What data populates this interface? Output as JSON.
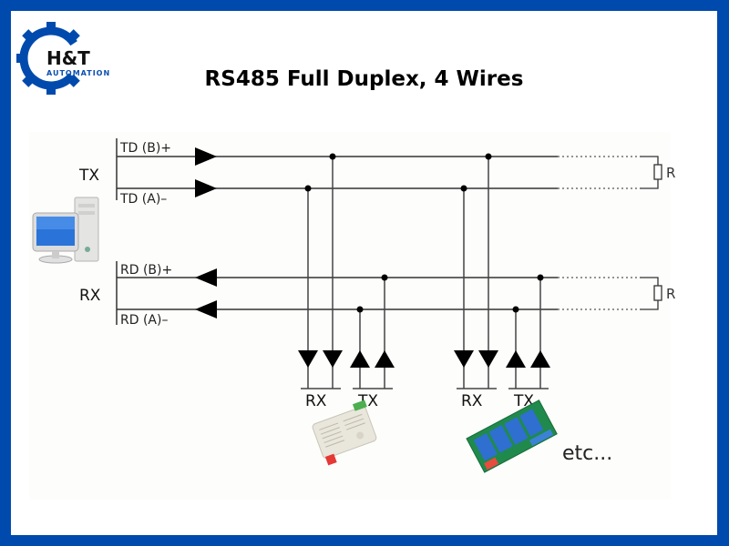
{
  "logo": {
    "brand": "H&T",
    "subtitle": "AUTOMATION",
    "brand_color": "#004aad"
  },
  "title": "RS485 Full Duplex, 4 Wires",
  "master": {
    "icon": "computer-icon",
    "tx_label": "TX",
    "rx_label": "RX",
    "lines": [
      {
        "label": "TD (B)+",
        "direction": "out"
      },
      {
        "label": "TD (A)–",
        "direction": "out"
      },
      {
        "label": "RD (B)+",
        "direction": "in"
      },
      {
        "label": "RD (A)–",
        "direction": "in"
      }
    ]
  },
  "terminators": [
    {
      "label": "R"
    },
    {
      "label": "R"
    }
  ],
  "nodes": [
    {
      "rx_label": "RX",
      "tx_label": "TX",
      "device": "sensor-module-icon"
    },
    {
      "rx_label": "RX",
      "tx_label": "TX",
      "device": "relay-board-icon"
    }
  ],
  "etc_label": "etc..."
}
